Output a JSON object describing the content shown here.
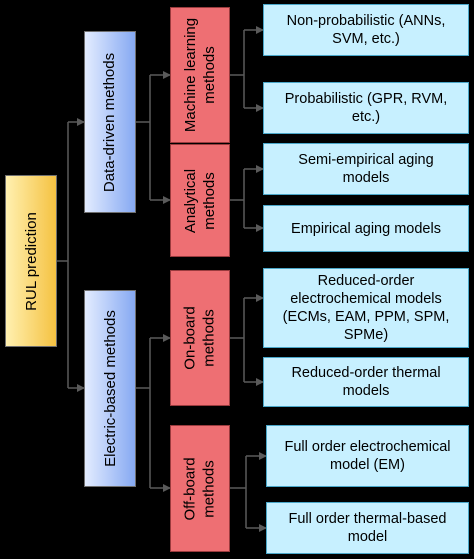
{
  "diagram": {
    "root": {
      "label": "RUL prediction"
    },
    "branches": [
      {
        "label": "Data-driven methods",
        "groups": [
          {
            "label_lines": [
              "Machine learning",
              "methods"
            ],
            "leaves": [
              {
                "lines": [
                  "Non-probabilistic (ANNs,",
                  "SVM, etc.)"
                ]
              },
              {
                "lines": [
                  "Probabilistic (GPR, RVM,",
                  "etc.)"
                ]
              }
            ]
          },
          {
            "label_lines": [
              "Analytical",
              "methods"
            ],
            "leaves": [
              {
                "lines": [
                  "Semi-empirical aging",
                  "models"
                ]
              },
              {
                "lines": [
                  "Empirical aging models"
                ]
              }
            ]
          }
        ]
      },
      {
        "label": "Electric-based methods",
        "groups": [
          {
            "label_lines": [
              "On-board",
              "methods"
            ],
            "leaves": [
              {
                "lines": [
                  "Reduced-order",
                  "electrochemical models",
                  "(ECMs, EAM, PPM, SPM,",
                  "SPMe)"
                ]
              },
              {
                "lines": [
                  "Reduced-order thermal",
                  "models"
                ]
              }
            ]
          },
          {
            "label_lines": [
              "Off-board",
              "methods"
            ],
            "leaves": [
              {
                "lines": [
                  "Full order electrochemical",
                  "model (EM)"
                ]
              },
              {
                "lines": [
                  "Full order thermal-based",
                  "model"
                ]
              }
            ]
          }
        ]
      }
    ]
  }
}
